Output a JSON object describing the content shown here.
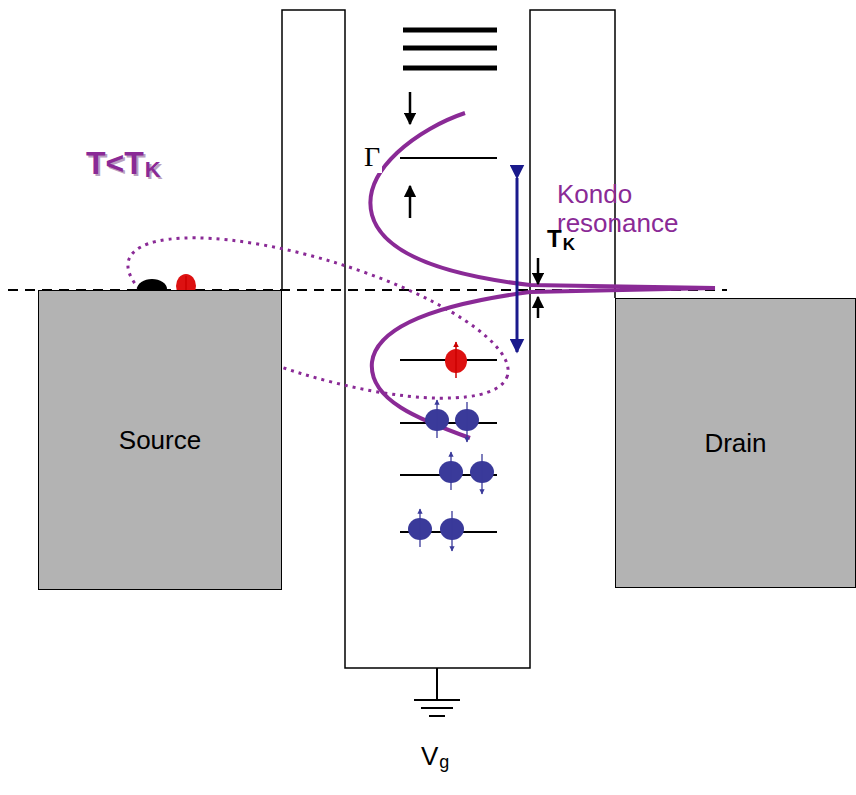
{
  "diagram": {
    "nodes": [
      {
        "text": [
          "Source"
        ]
      },
      {
        "text": [
          "Drain"
        ]
      }
    ],
    "labels": [
      "T<T",
      "K",
      "Γ",
      "Kondo resonance",
      "T",
      "K",
      "V",
      "g"
    ]
  }
}
